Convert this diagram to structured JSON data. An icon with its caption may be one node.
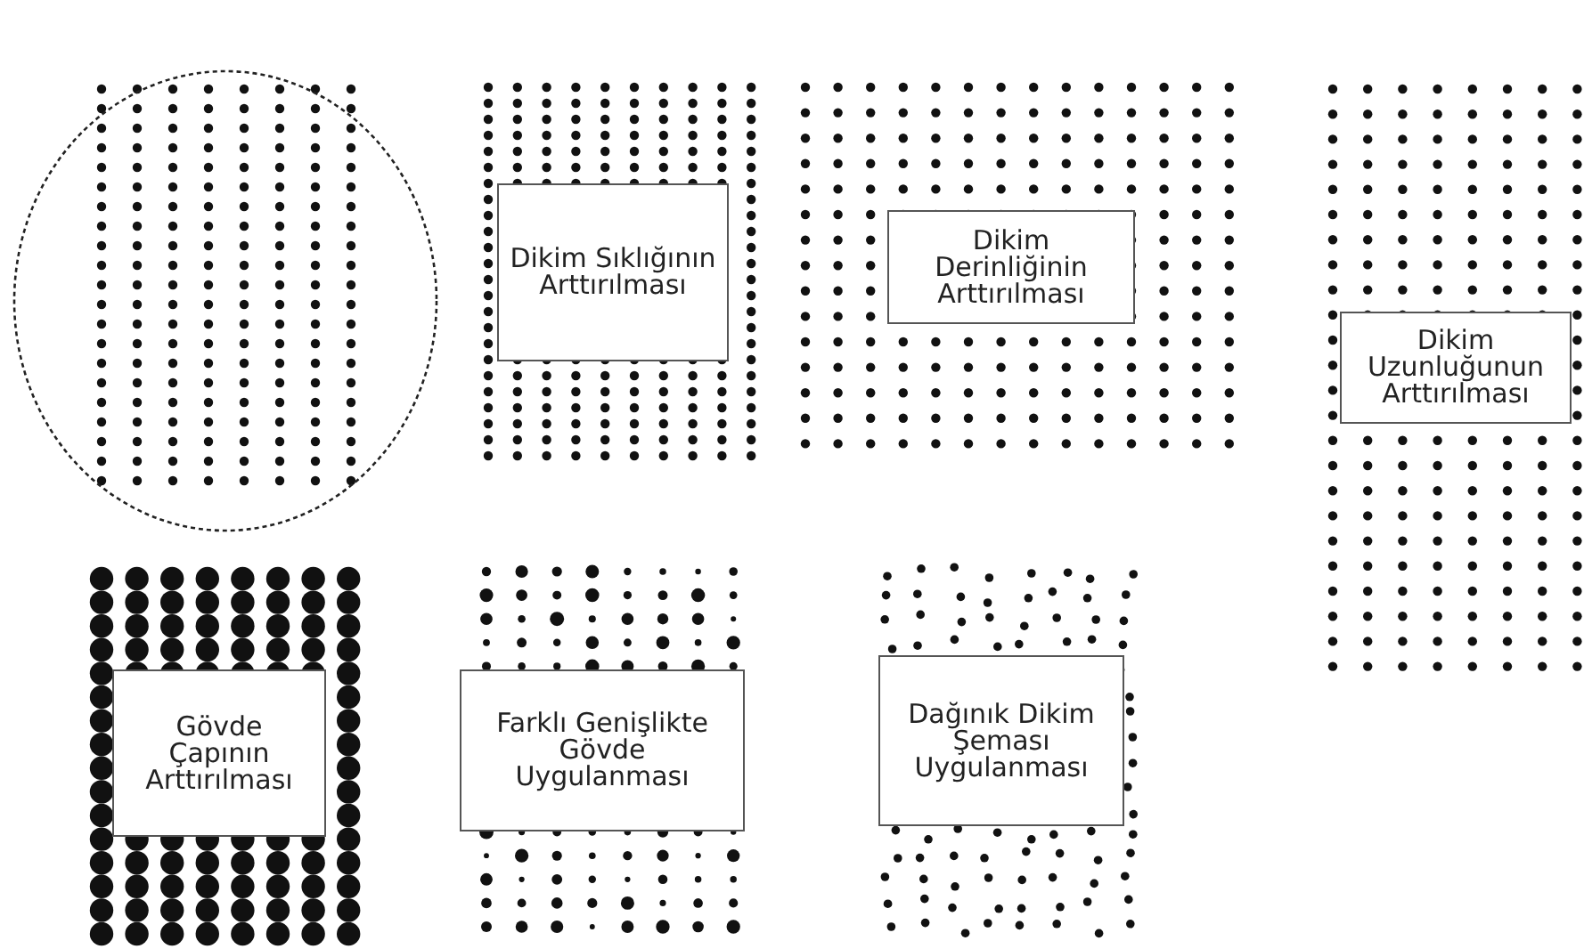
{
  "diagram": {
    "nodes": [
      {
        "text": [],
        "shape": "ellipse"
      },
      {
        "text": [
          "Dikim Sıklığının Arttırılması"
        ]
      },
      {
        "text": [
          "Dikim Derinliğinin Arttırılması"
        ]
      },
      {
        "text": [
          "Dikim Uzunluğunun Arttırılması"
        ]
      },
      {
        "text": [
          "Gövde Çapının Arttırılması"
        ]
      },
      {
        "text": [
          "Farklı Genişlikte Gövde Uygulanması"
        ]
      },
      {
        "text": [
          "Dağınık Dikim Şeması Uygulanması"
        ]
      }
    ]
  }
}
